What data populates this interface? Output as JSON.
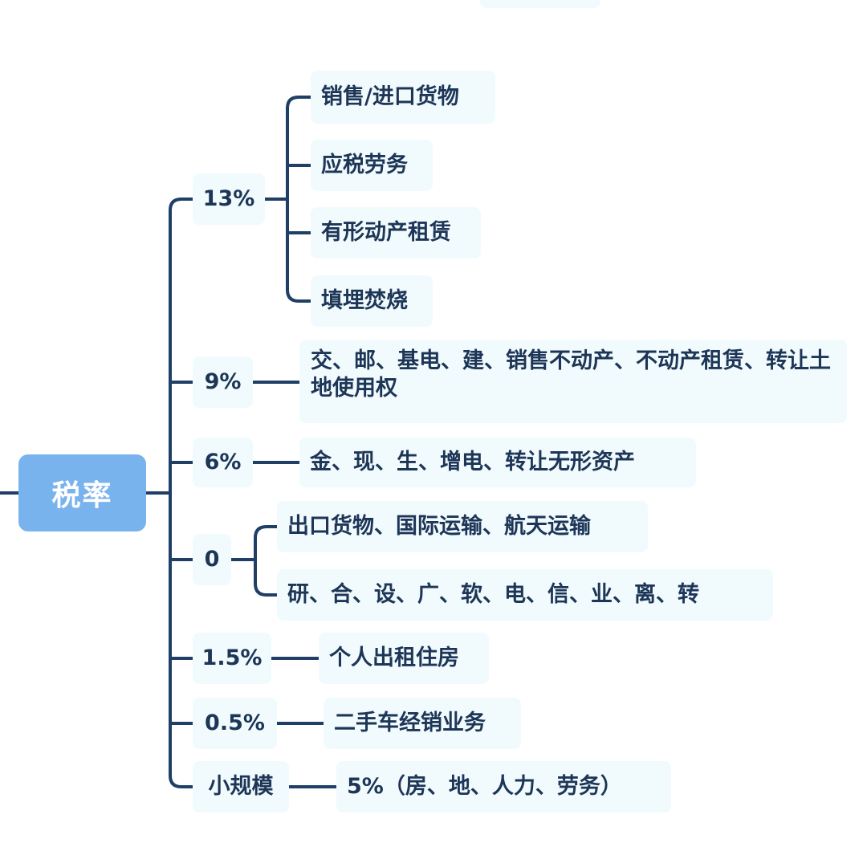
{
  "root": {
    "label": "税率"
  },
  "branches": [
    {
      "rate": "13%",
      "items": [
        "销售/进口货物",
        "应税劳务",
        "有形动产租赁",
        "填埋焚烧"
      ]
    },
    {
      "rate": "9%",
      "items": [
        "交、邮、基电、建、销售不动产、不动产租赁、转让土地使用权"
      ]
    },
    {
      "rate": "6%",
      "items": [
        "金、现、生、增电、转让无形资产"
      ]
    },
    {
      "rate": "0",
      "items": [
        "出口货物、国际运输、航天运输",
        "研、合、设、广、软、电、信、业、离、转"
      ]
    },
    {
      "rate": "1.5%",
      "items": [
        "个人出租住房"
      ]
    },
    {
      "rate": "0.5%",
      "items": [
        "二手车经销业务"
      ]
    },
    {
      "rate": "小规模",
      "items": [
        "5%（房、地、人力、劳务）"
      ]
    }
  ],
  "colors": {
    "line": "#1f3f66",
    "node_bg": "#f1fbfd",
    "node_text": "#1d3557",
    "root_bg": "#79b3ee",
    "root_text": "#ffffff"
  }
}
